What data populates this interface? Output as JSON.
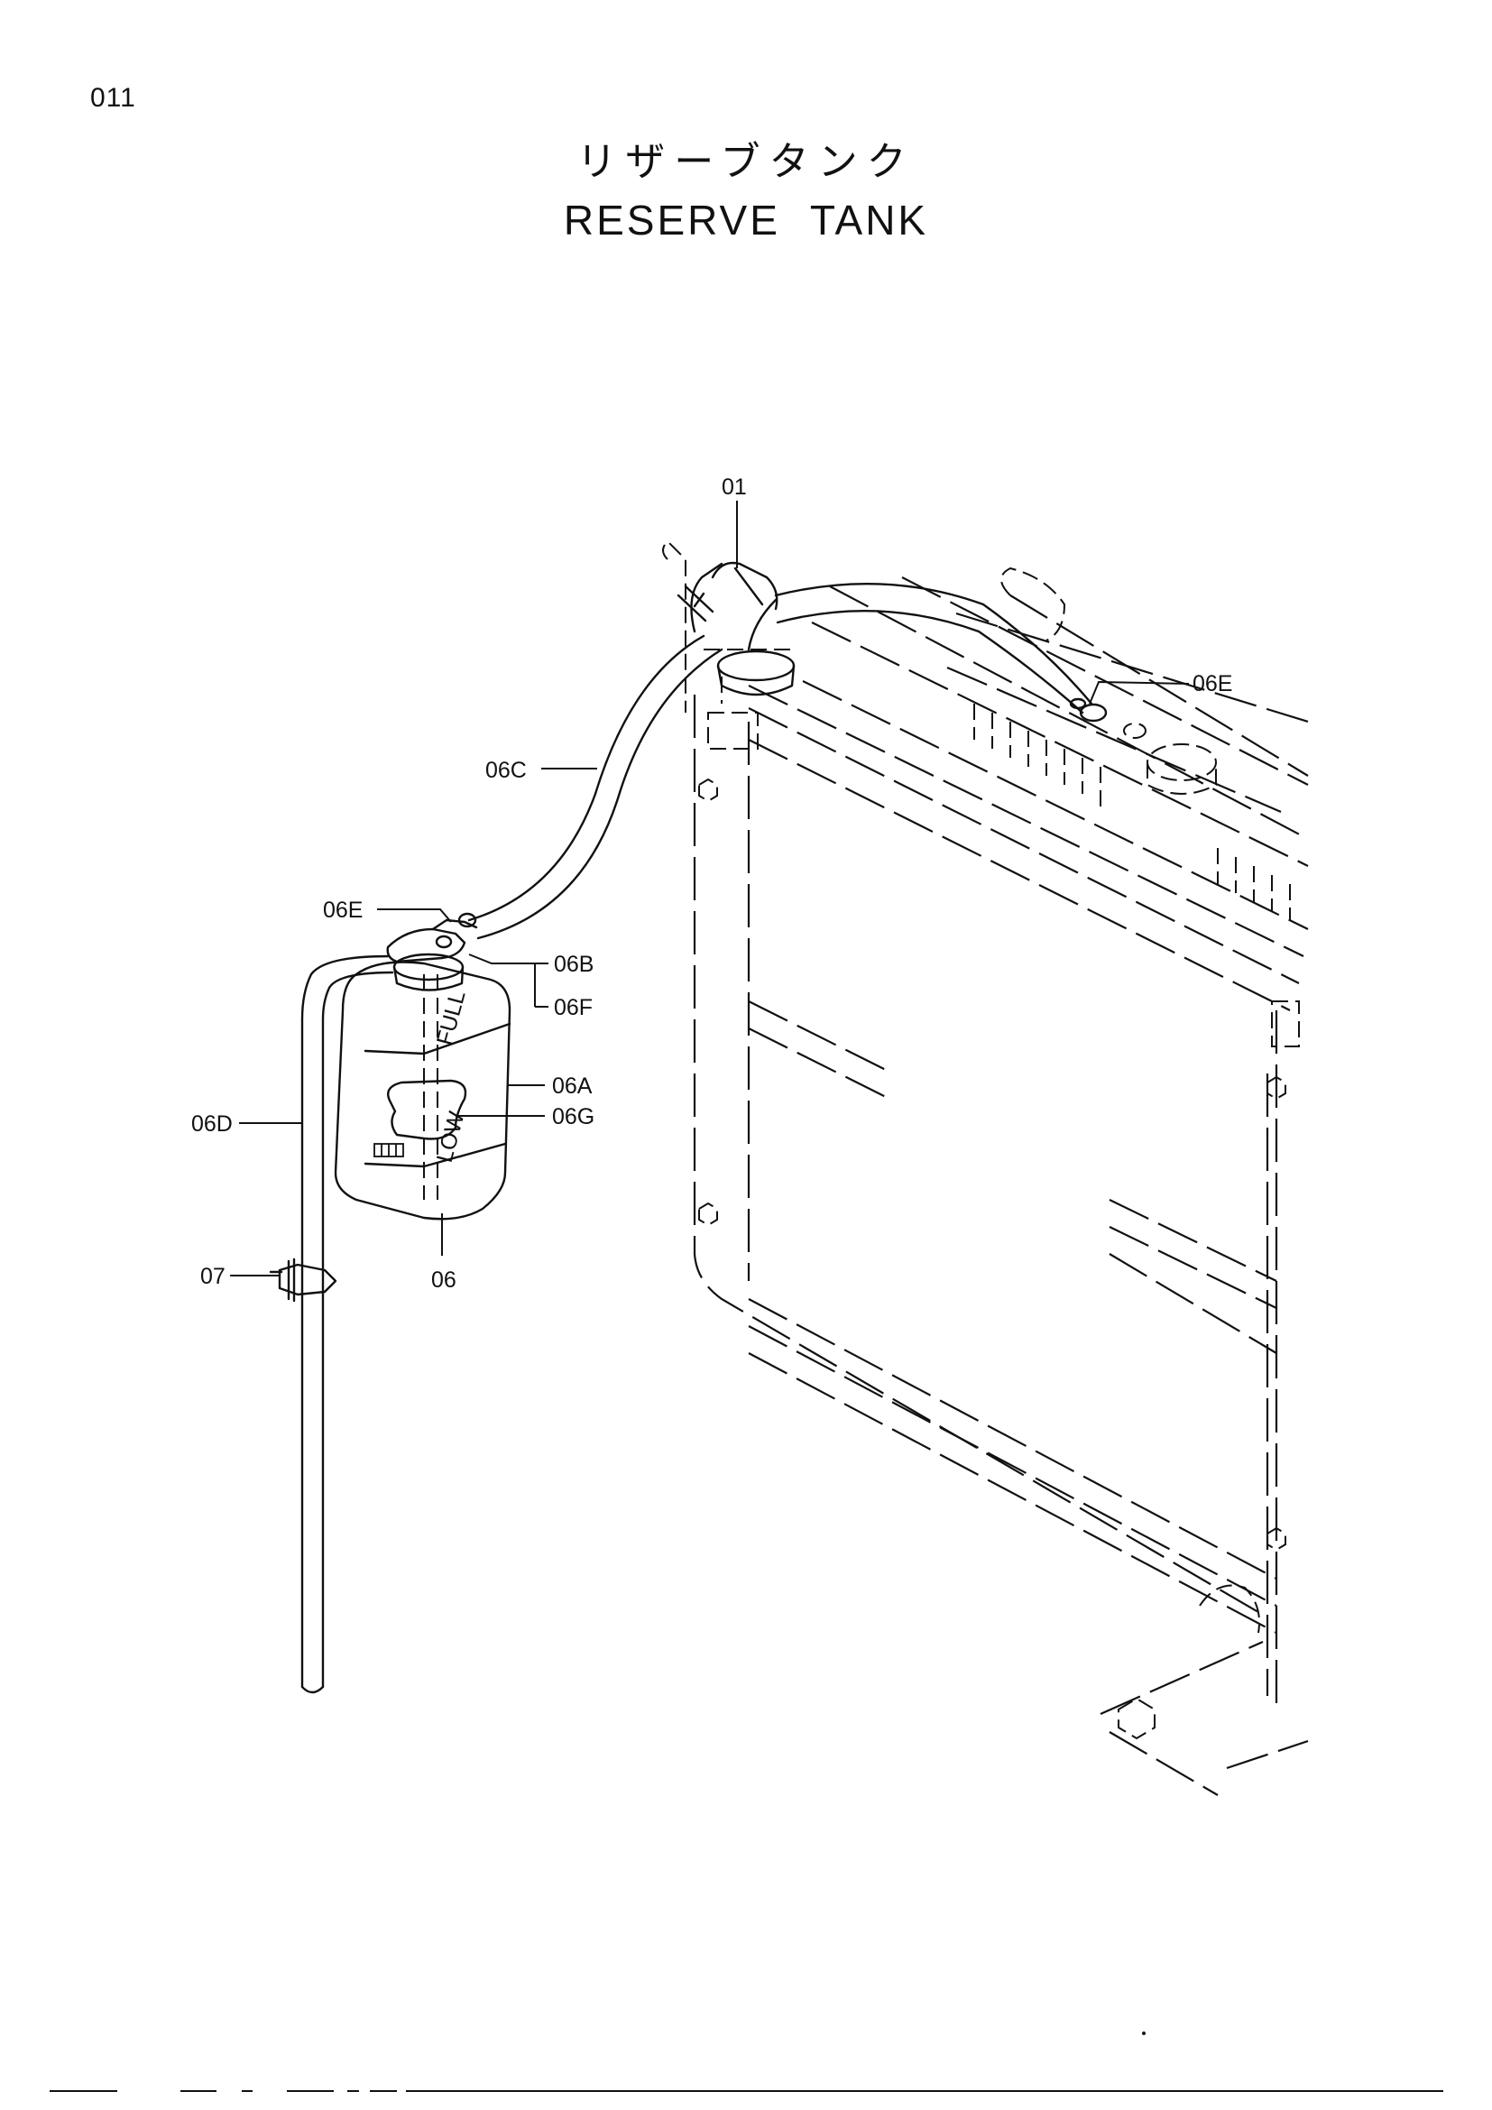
{
  "page": {
    "number": "011",
    "title_jp": "リザーブタンク",
    "title_en": "RESERVE TANK"
  },
  "callouts": {
    "c01": "01",
    "c06": "06",
    "c06A": "06A",
    "c06B": "06B",
    "c06C": "06C",
    "c06D": "06D",
    "c06E_top": "06E",
    "c06E_left": "06E",
    "c06F": "06F",
    "c06G": "06G",
    "c07": "07"
  },
  "tank_markings": {
    "full": "FULL",
    "low": "LOW"
  }
}
